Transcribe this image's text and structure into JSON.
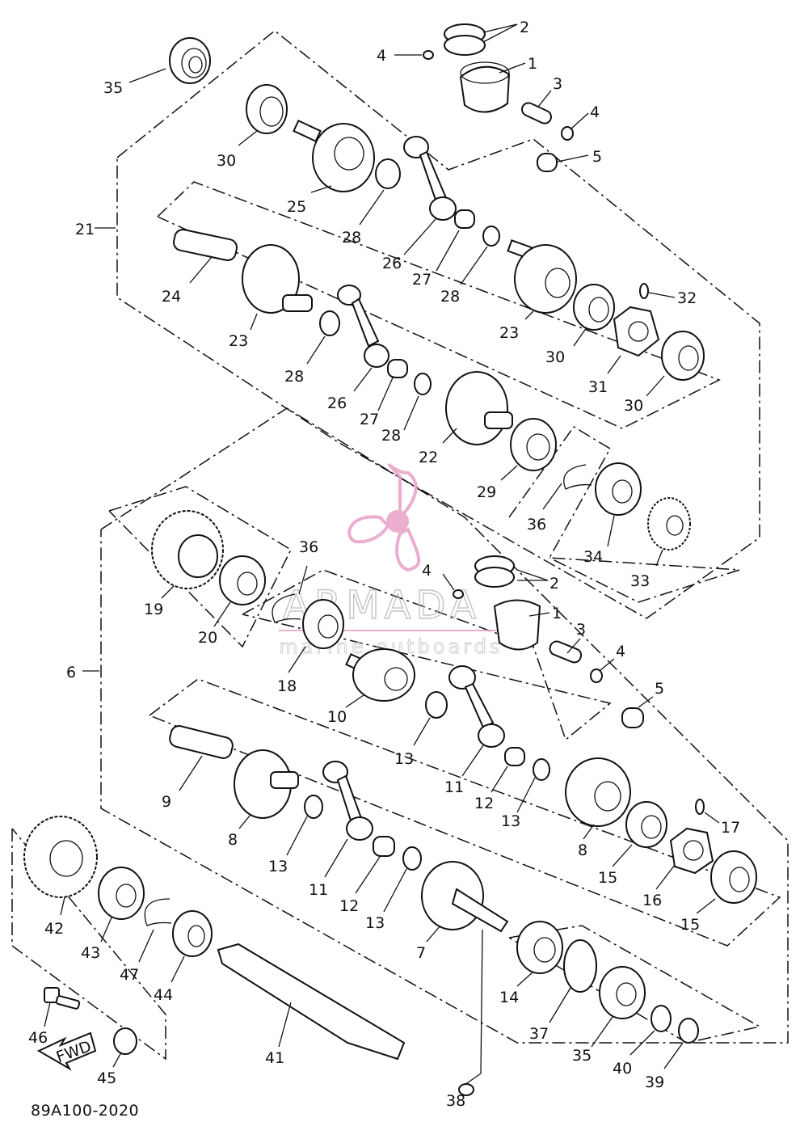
{
  "diagram_code": "89A100-2020",
  "watermark": {
    "brand": "ARMADA",
    "tagline": "marine outboards",
    "logo_color": "#e8a0c6"
  },
  "callouts": [
    {
      "id": "c2a",
      "text": "2"
    },
    {
      "id": "c4a",
      "text": "4"
    },
    {
      "id": "c1a",
      "text": "1"
    },
    {
      "id": "c35a",
      "text": "35"
    },
    {
      "id": "c3a",
      "text": "3"
    },
    {
      "id": "c4b",
      "text": "4"
    },
    {
      "id": "c30a",
      "text": "30"
    },
    {
      "id": "c5a",
      "text": "5"
    },
    {
      "id": "c25",
      "text": "25"
    },
    {
      "id": "c21",
      "text": "21"
    },
    {
      "id": "c28a",
      "text": "28"
    },
    {
      "id": "c26a",
      "text": "26"
    },
    {
      "id": "c24",
      "text": "24"
    },
    {
      "id": "c27a",
      "text": "27"
    },
    {
      "id": "c28b",
      "text": "28"
    },
    {
      "id": "c32",
      "text": "32"
    },
    {
      "id": "c23a",
      "text": "23"
    },
    {
      "id": "c23b",
      "text": "23"
    },
    {
      "id": "c30b",
      "text": "30"
    },
    {
      "id": "c28c",
      "text": "28"
    },
    {
      "id": "c31",
      "text": "31"
    },
    {
      "id": "c26b",
      "text": "26"
    },
    {
      "id": "c30c",
      "text": "30"
    },
    {
      "id": "c27b",
      "text": "27"
    },
    {
      "id": "c28d",
      "text": "28"
    },
    {
      "id": "c22",
      "text": "22"
    },
    {
      "id": "c29",
      "text": "29"
    },
    {
      "id": "c36a",
      "text": "36"
    },
    {
      "id": "c34",
      "text": "34"
    },
    {
      "id": "c36b",
      "text": "36"
    },
    {
      "id": "c33",
      "text": "33"
    },
    {
      "id": "c19",
      "text": "19"
    },
    {
      "id": "c4c",
      "text": "4"
    },
    {
      "id": "c2b",
      "text": "2"
    },
    {
      "id": "c1b",
      "text": "1"
    },
    {
      "id": "c20",
      "text": "20"
    },
    {
      "id": "c3b",
      "text": "3"
    },
    {
      "id": "c4d",
      "text": "4"
    },
    {
      "id": "c6",
      "text": "6"
    },
    {
      "id": "c18",
      "text": "18"
    },
    {
      "id": "c5b",
      "text": "5"
    },
    {
      "id": "c10",
      "text": "10"
    },
    {
      "id": "c13a",
      "text": "13"
    },
    {
      "id": "c11a",
      "text": "11"
    },
    {
      "id": "c9",
      "text": "9"
    },
    {
      "id": "c12a",
      "text": "12"
    },
    {
      "id": "c13b",
      "text": "13"
    },
    {
      "id": "c17",
      "text": "17"
    },
    {
      "id": "c8a",
      "text": "8"
    },
    {
      "id": "c13c",
      "text": "13"
    },
    {
      "id": "c8b",
      "text": "8"
    },
    {
      "id": "c15a",
      "text": "15"
    },
    {
      "id": "c11b",
      "text": "11"
    },
    {
      "id": "c16",
      "text": "16"
    },
    {
      "id": "c12b",
      "text": "12"
    },
    {
      "id": "c13d",
      "text": "13"
    },
    {
      "id": "c15b",
      "text": "15"
    },
    {
      "id": "c42",
      "text": "42"
    },
    {
      "id": "c43",
      "text": "43"
    },
    {
      "id": "c7",
      "text": "7"
    },
    {
      "id": "c47",
      "text": "47"
    },
    {
      "id": "c44",
      "text": "44"
    },
    {
      "id": "c14",
      "text": "14"
    },
    {
      "id": "c37",
      "text": "37"
    },
    {
      "id": "c46",
      "text": "46"
    },
    {
      "id": "c35b",
      "text": "35"
    },
    {
      "id": "c41",
      "text": "41"
    },
    {
      "id": "c40",
      "text": "40"
    },
    {
      "id": "c45",
      "text": "45"
    },
    {
      "id": "c39",
      "text": "39"
    },
    {
      "id": "c38",
      "text": "38"
    }
  ],
  "fwd_label": "FWD"
}
